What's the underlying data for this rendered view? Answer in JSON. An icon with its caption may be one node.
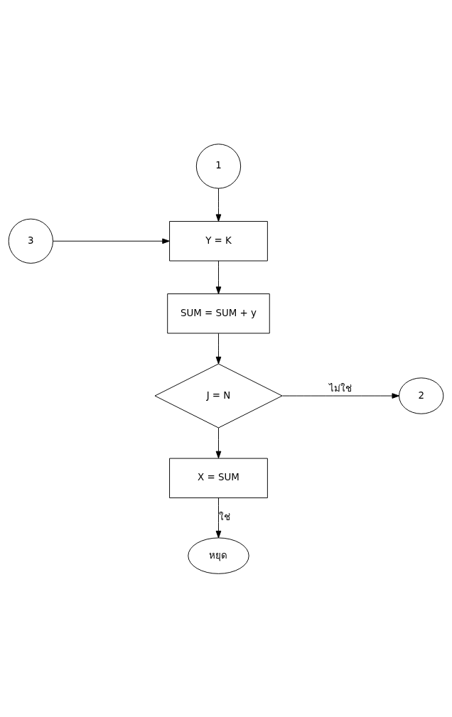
{
  "diagram": {
    "nodes": [
      {
        "text": [
          "1"
        ]
      },
      {
        "text": [
          "Y = K"
        ]
      },
      {
        "text": [
          "3"
        ]
      },
      {
        "text": [
          "SUM = SUM + y"
        ]
      },
      {
        "text": [
          "J = N"
        ]
      },
      {
        "text": [
          "2"
        ]
      },
      {
        "text": [
          "X = SUM"
        ]
      },
      {
        "text": [
          "หยุด"
        ]
      }
    ],
    "edges": [
      {
        "from": 0,
        "to": 1,
        "arrow": "to"
      },
      {
        "from": 2,
        "to": 1,
        "arrow": "to"
      },
      {
        "from": 1,
        "to": 3,
        "arrow": "to"
      },
      {
        "from": 3,
        "to": 4,
        "arrow": "to"
      },
      {
        "from": 4,
        "to": 5,
        "arrow": "to",
        "label": "ไม่ใช่"
      },
      {
        "from": 4,
        "to": 6,
        "arrow": "to"
      },
      {
        "from": 6,
        "to": 7,
        "arrow": "to",
        "label": "ใช่"
      }
    ]
  }
}
